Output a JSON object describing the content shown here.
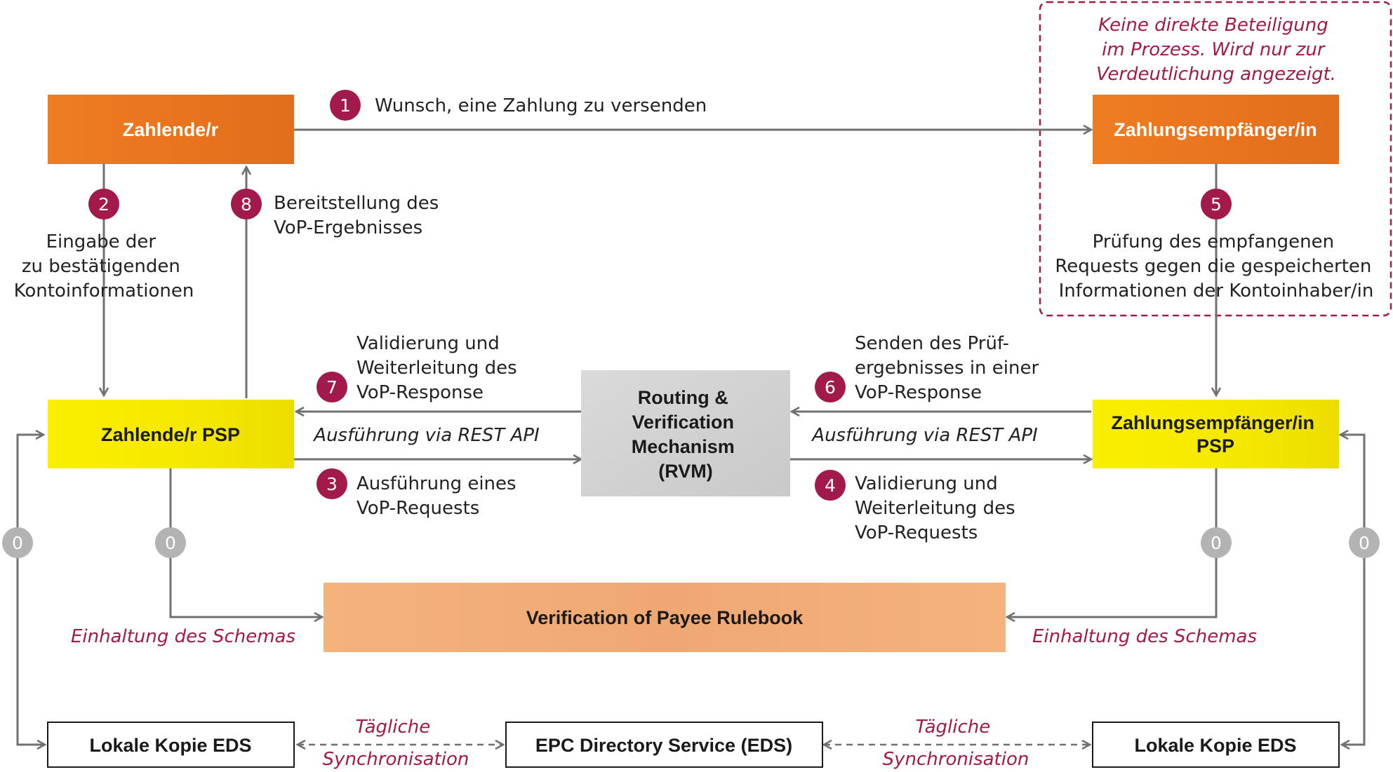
{
  "colors": {
    "orange": "#e8731e",
    "yellow": "#f5e800",
    "grey_box": "#d2d2d2",
    "peach": "#f2ae78",
    "accent": "#a21a4c",
    "zero_badge": "#b3b3b3",
    "line": "#707070"
  },
  "note": [
    "Keine direkte Beteiligung",
    "im Prozess. Wird nur zur",
    "Verdeutlichung angezeigt."
  ],
  "boxes": {
    "payer": "Zahlende/r",
    "payee": "Zahlungsempfänger/in",
    "payer_psp": "Zahlende/r PSP",
    "payee_psp": [
      "Zahlungsempfänger/in",
      "PSP"
    ],
    "rvm": [
      "Routing &",
      "Verification",
      "Mechanism",
      "(RVM)"
    ],
    "rulebook": "Verification of Payee Rulebook",
    "eds_left": "Lokale Kopie EDS",
    "eds_center": "EPC Directory Service (EDS)",
    "eds_right": "Lokale Kopie EDS"
  },
  "steps": {
    "s1": {
      "num": "1",
      "lines": [
        "Wunsch, eine Zahlung zu versenden"
      ]
    },
    "s2": {
      "num": "2",
      "lines": [
        "Eingabe der",
        "zu bestätigenden",
        "Kontoinformationen"
      ]
    },
    "s3": {
      "num": "3",
      "lines": [
        "Ausführung eines",
        "VoP-Requests"
      ]
    },
    "s4": {
      "num": "4",
      "lines": [
        "Validierung und",
        "Weiterleitung des",
        "VoP-Requests"
      ]
    },
    "s5": {
      "num": "5",
      "lines": [
        "Prüfung des empfangenen",
        "Requests gegen die gespeicherten",
        "Informationen der Kontoinhaber/in"
      ]
    },
    "s6": {
      "num": "6",
      "lines": [
        "Senden des Prüf-",
        "ergebnisses in einer",
        "VoP-Response"
      ]
    },
    "s7": {
      "num": "7",
      "lines": [
        "Validierung und",
        "Weiterleitung des",
        "VoP-Response"
      ]
    },
    "s8": {
      "num": "8",
      "lines": [
        "Bereitstellung des",
        "VoP-Ergebnisses"
      ]
    }
  },
  "zero_label": "0",
  "labels": {
    "rest_left": "Ausführung via REST API",
    "rest_right": "Ausführung via REST API",
    "schema_left": "Einhaltung des Schemas",
    "schema_right": "Einhaltung des Schemas",
    "sync_left": [
      "Tägliche",
      "Synchronisation"
    ],
    "sync_right": [
      "Tägliche",
      "Synchronisation"
    ]
  }
}
